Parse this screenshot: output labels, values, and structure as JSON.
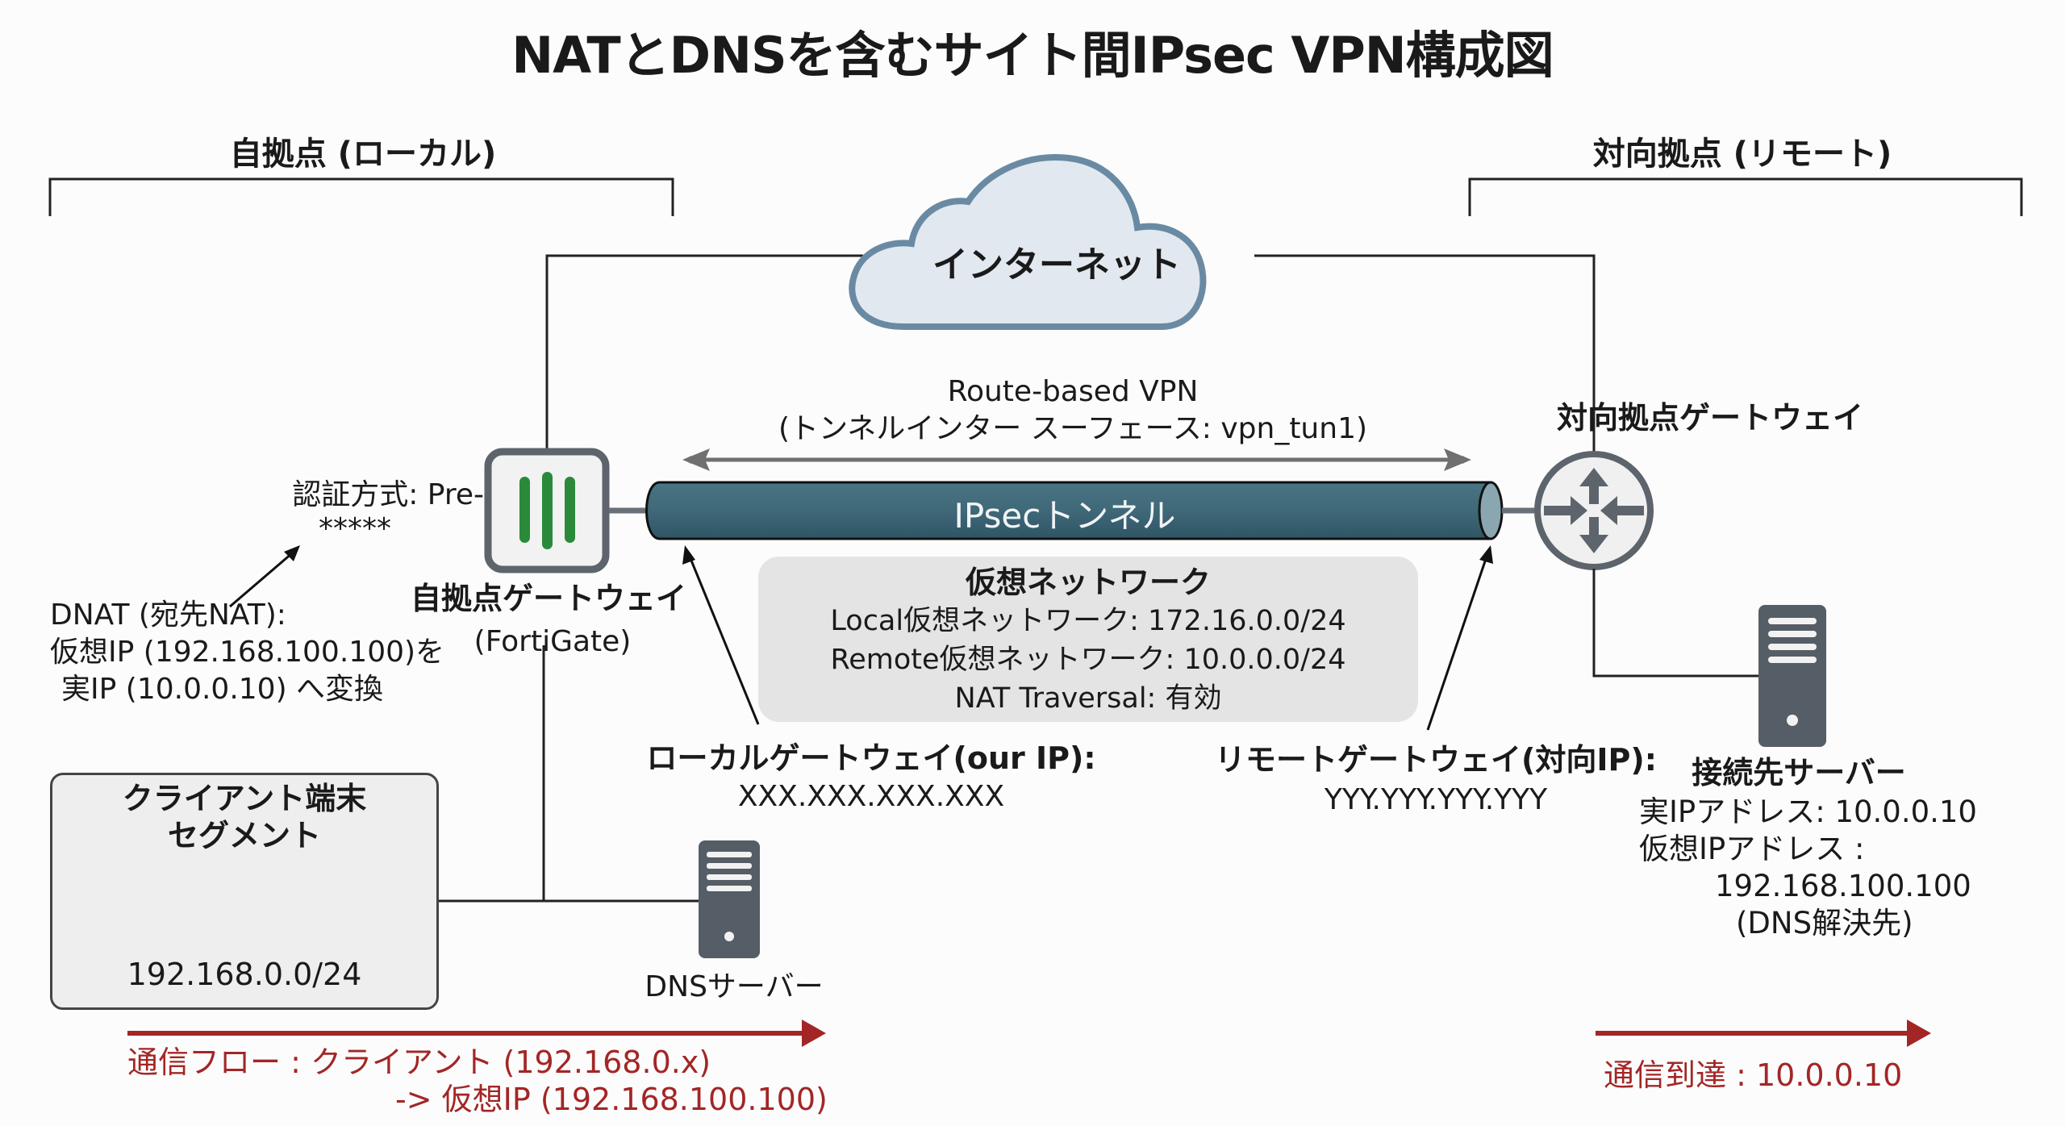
{
  "title": "NATとDNSを含むサイト間IPsec VPN構成図",
  "colors": {
    "tunnel": "#3f6878",
    "cloud_fill": "#e2e8ef",
    "cloud_stroke": "#6a8aa3",
    "device_gray": "#555d66",
    "fortigate_green": "#2a8a3a",
    "flow_red": "#a32626",
    "vnet_bg": "#e4e4e4"
  },
  "sites": {
    "local": {
      "label": "自拠点 (ローカル)"
    },
    "remote": {
      "label": "対向拠点 (リモート)"
    }
  },
  "internet": {
    "label": "インターネット",
    "icon": "cloud-icon"
  },
  "vpn": {
    "type_line1": "Route-based VPN",
    "type_line2": "(トンネルインター スーフェース: vpn_tun1)",
    "tunnel_label": "IPsecトンネル"
  },
  "auth": {
    "line1": "認証方式: Pre-",
    "line2": "*****"
  },
  "dnat": {
    "line1": "DNAT (宛先NAT):",
    "line2": "仮想IP (192.168.100.100)を",
    "line3": "実IP (10.0.0.10) へ変換"
  },
  "local_gateway": {
    "name": "自拠点ゲートウェイ",
    "model": "(FortiGate)",
    "icon": "firewall-icon"
  },
  "remote_gateway": {
    "name": "対向拠点ゲートウェイ",
    "icon": "router-icon"
  },
  "virtual_network": {
    "title": "仮想ネットワーク",
    "local": "Local仮想ネットワーク: 172.16.0.0/24",
    "remote": "Remote仮想ネットワーク: 10.0.0.0/24",
    "nat_traversal": "NAT Traversal: 有効"
  },
  "local_gw_ip": {
    "label": "ローカルゲートウェイ(our IP):",
    "value": "XXX.XXX.XXX.XXX"
  },
  "remote_gw_ip": {
    "label": "リモートゲートウェイ(対向IP):",
    "value": "YYY.YYY.YYY.YYY"
  },
  "client_segment": {
    "title_line1": "クライアント端末",
    "title_line2": "セグメント",
    "subnet": "192.168.0.0/24",
    "icon": "laptop-terminal-icon"
  },
  "dns_server": {
    "label": "DNSサーバー",
    "icon": "server-icon"
  },
  "target_server": {
    "title": "接続先サーバー",
    "real_ip": "実IPアドレス: 10.0.0.10",
    "virtual_ip_label": "仮想IPアドレス :",
    "virtual_ip": "192.168.100.100",
    "note": "(DNS解決先)",
    "icon": "server-icon"
  },
  "flow": {
    "line1": "通信フロー : クライアント (192.168.0.x)",
    "line2": "-> 仮想IP (192.168.100.100)",
    "arrival": "通信到達 : 10.0.0.10"
  }
}
